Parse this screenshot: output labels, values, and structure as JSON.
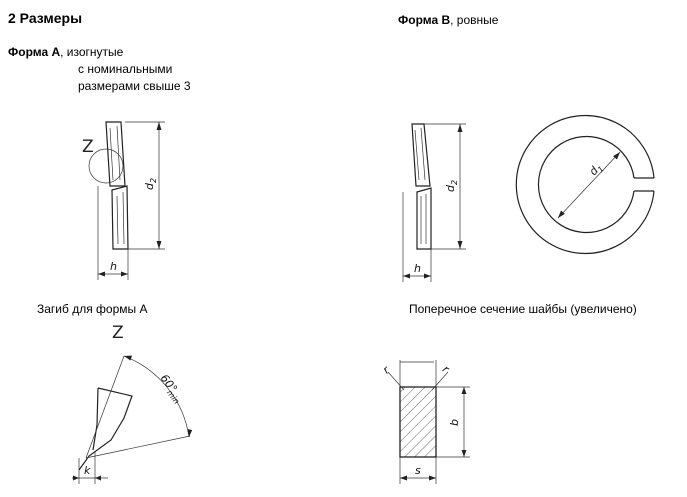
{
  "heading": "2 Размеры",
  "form_a": {
    "name": "Форма А",
    "desc": ", изогнутые",
    "line2": "с номинальными",
    "line3": "размерами свыше 3"
  },
  "form_b": {
    "name": "Форма В",
    "desc": ", ровные"
  },
  "captions": {
    "bend": "Загиб для формы А",
    "section": "Поперечное сечение шайбы (увеличено)"
  },
  "labels": {
    "z": "Z",
    "d2": "d",
    "d2_sub": "2",
    "d1": "d",
    "d1_sub": "1",
    "h": "h",
    "k": "k",
    "b": "b",
    "s": "s",
    "r": "r",
    "angle": "60°",
    "angle_sub": "min"
  }
}
